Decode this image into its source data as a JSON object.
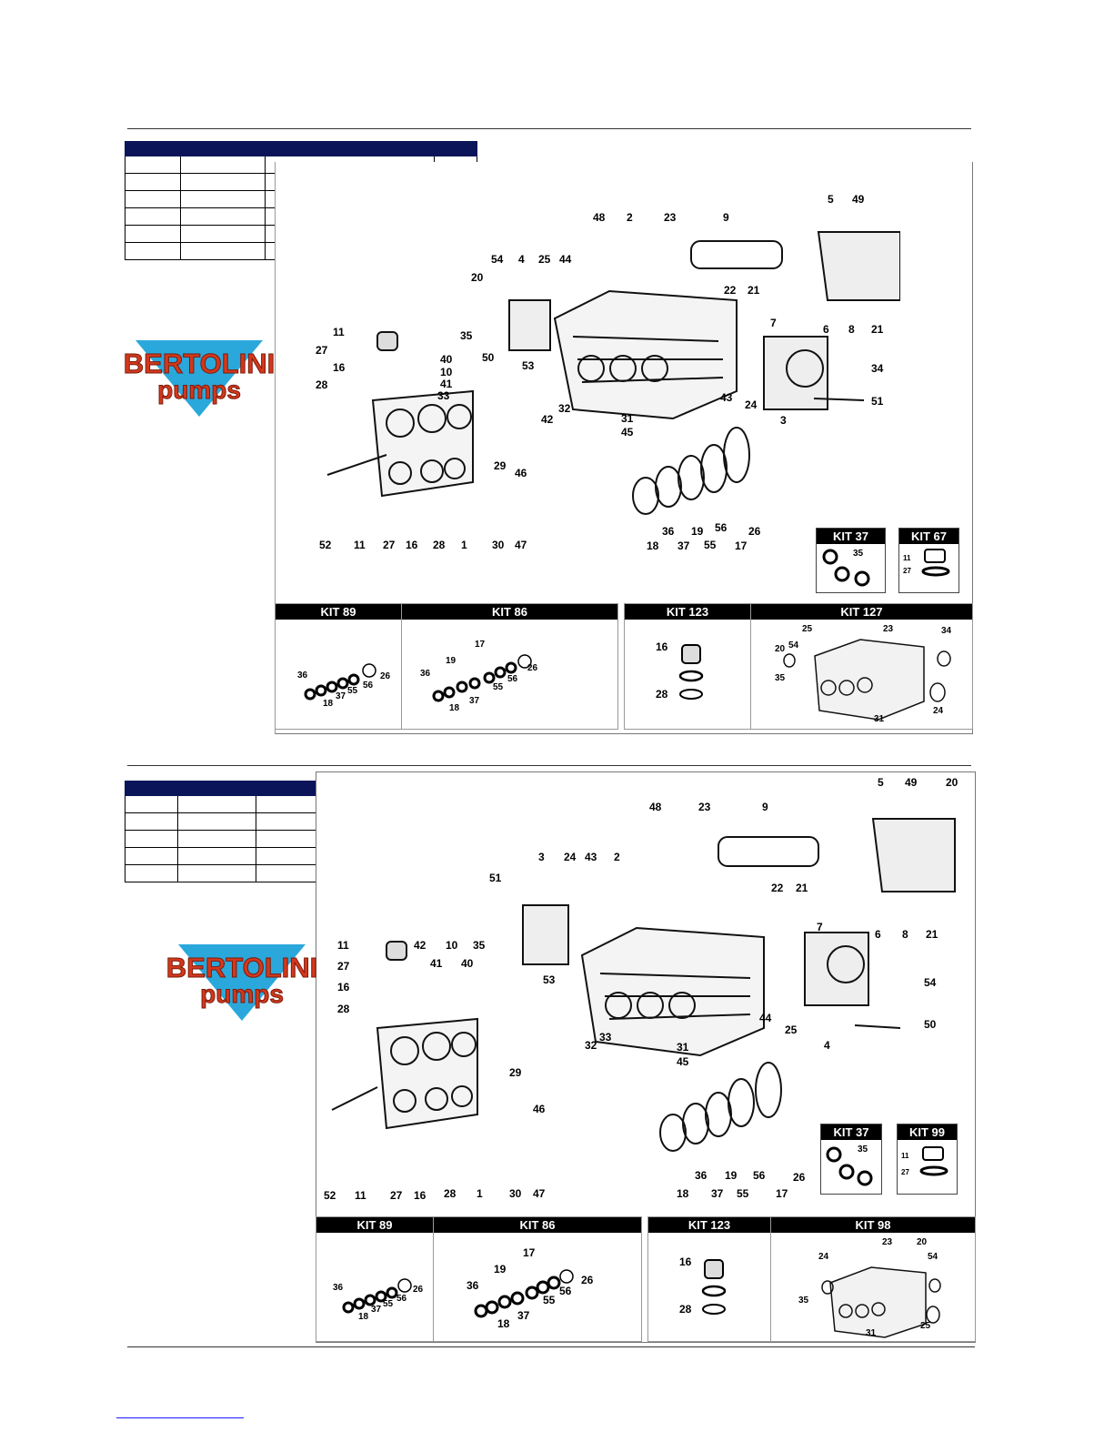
{
  "colors": {
    "table_header": "#0b1459",
    "logo_red": "#d3381c",
    "logo_blue": "#2aa8dc"
  },
  "logo": {
    "line1": "BERTOLINI",
    "line2": "pumps"
  },
  "sections": [
    {
      "parts_numbers": [
        "48",
        "2",
        "23",
        "9",
        "5",
        "49",
        "54",
        "4",
        "25",
        "44",
        "20",
        "22",
        "21",
        "7",
        "6",
        "8",
        "21",
        "11",
        "27",
        "16",
        "28",
        "35",
        "50",
        "40",
        "10",
        "41",
        "33",
        "53",
        "32",
        "42",
        "31",
        "45",
        "43",
        "24",
        "3",
        "34",
        "51",
        "29",
        "46",
        "30",
        "47",
        "52",
        "11",
        "27",
        "16",
        "28",
        "1",
        "18",
        "36",
        "37",
        "19",
        "55",
        "56",
        "17",
        "26"
      ],
      "kits": {
        "kit_a": "KIT 37",
        "kit_b": "KIT 67",
        "row": [
          "KIT 89",
          "KIT 86",
          "KIT 123",
          "KIT 127"
        ]
      },
      "kit_a_labels": [
        "35"
      ],
      "kit_b_labels": [
        "11",
        "27"
      ],
      "kit89_labels": [
        "36",
        "18",
        "37",
        "55",
        "56",
        "26"
      ],
      "kit86_labels": [
        "17",
        "19",
        "36",
        "18",
        "37",
        "55",
        "56",
        "26"
      ],
      "kit123_labels": [
        "16",
        "28"
      ],
      "kit127_labels": [
        "25",
        "23",
        "34",
        "20",
        "54",
        "35",
        "31",
        "24"
      ]
    },
    {
      "parts_numbers": [
        "48",
        "23",
        "9",
        "5",
        "49",
        "20",
        "3",
        "24",
        "43",
        "2",
        "51",
        "22",
        "21",
        "7",
        "6",
        "8",
        "21",
        "11",
        "27",
        "16",
        "28",
        "42",
        "10",
        "35",
        "41",
        "40",
        "53",
        "33",
        "32",
        "31",
        "45",
        "44",
        "25",
        "4",
        "54",
        "50",
        "29",
        "46",
        "30",
        "47",
        "52",
        "11",
        "27",
        "16",
        "28",
        "1",
        "18",
        "36",
        "37",
        "19",
        "55",
        "56",
        "17",
        "26"
      ],
      "kits": {
        "kit_a": "KIT 37",
        "kit_b": "KIT 99",
        "row": [
          "KIT 89",
          "KIT 86",
          "KIT 123",
          "KIT 98"
        ]
      },
      "kit_a_labels": [
        "35"
      ],
      "kit_b_labels": [
        "11",
        "27"
      ],
      "kit89_labels": [
        "36",
        "18",
        "37",
        "55",
        "56",
        "26"
      ],
      "kit86_labels": [
        "17",
        "19",
        "36",
        "18",
        "37",
        "55",
        "56",
        "26"
      ],
      "kit123_labels": [
        "16",
        "28"
      ],
      "kit98_labels": [
        "23",
        "20",
        "24",
        "54",
        "35",
        "25",
        "31"
      ]
    }
  ]
}
